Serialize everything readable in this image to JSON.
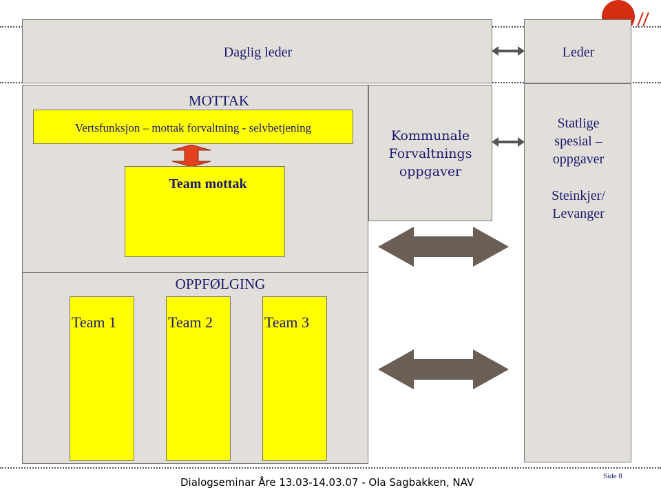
{
  "colors": {
    "box_gray": "#e2dfdb",
    "box_yellow": "#ffff00",
    "text_navy": "#1a1a6e",
    "arrow_dark": "#6b5e55",
    "arrow_red": "#e4421f",
    "brand_red": "#d42e12"
  },
  "top": {
    "daglig_leder": "Daglig leder",
    "leder": "Leder"
  },
  "mottak": {
    "title": "MOTTAK",
    "vertsfunksjon": "Vertsfunksjon – mottak forvaltning - selvbetjening",
    "team_mottak": "Team mottak"
  },
  "kommunale": {
    "line1": "Kommunale",
    "line2": "Forvaltnings",
    "line3": "oppgaver"
  },
  "statlige": {
    "line1": "Statlige",
    "line2": "spesial –",
    "line3": "oppgaver",
    "line4": "Steinkjer/",
    "line5": "Levanger"
  },
  "oppfolging": {
    "title": "OPPFØLGING",
    "teams": [
      "Team 1",
      "Team 2",
      "Team 3"
    ]
  },
  "footer": {
    "text": "Dialogseminar Åre 13.03-14.03.07 - Ola Sagbakken, NAV",
    "side": "Side 8"
  },
  "logo": {
    "name": "nav-logo"
  }
}
